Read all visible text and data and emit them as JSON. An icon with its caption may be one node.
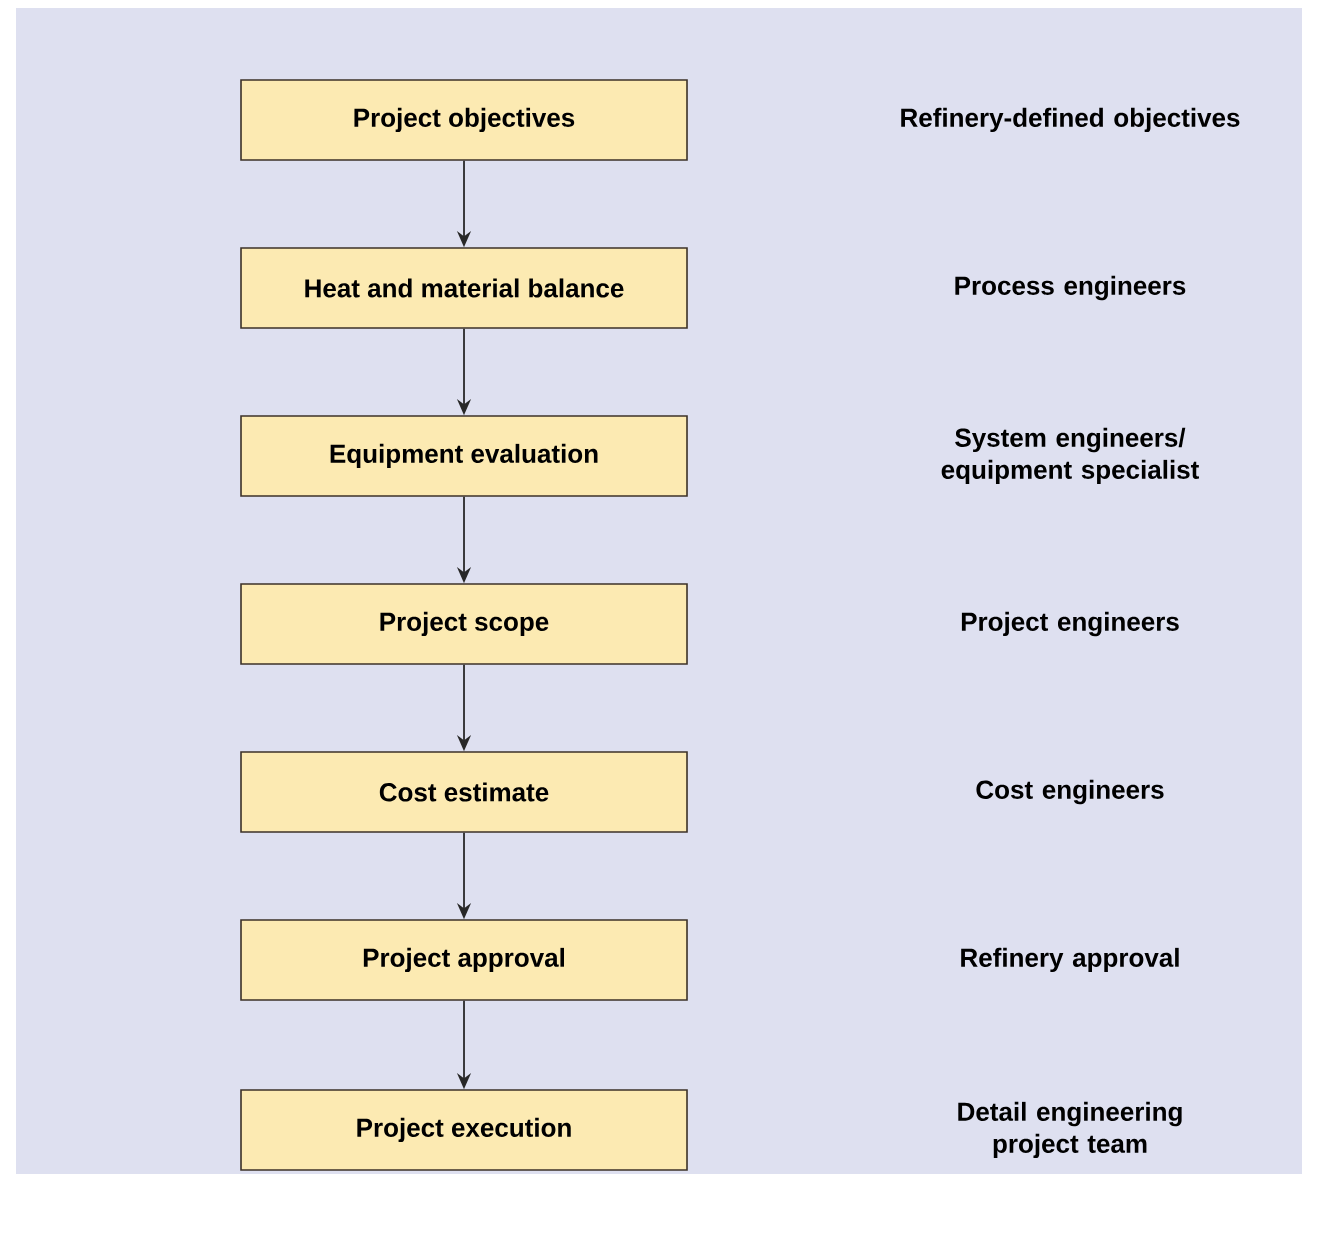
{
  "diagram": {
    "nodes": [
      {
        "text": [
          "Project objectives"
        ]
      },
      {
        "text": [
          "Heat and material balance"
        ]
      },
      {
        "text": [
          "Equipment evaluation"
        ]
      },
      {
        "text": [
          "Project scope"
        ]
      },
      {
        "text": [
          "Cost estimate"
        ]
      },
      {
        "text": [
          "Project approval"
        ]
      },
      {
        "text": [
          "Project execution"
        ]
      }
    ],
    "edges": [
      {
        "from": 0,
        "to": 1,
        "arrow": "to"
      },
      {
        "from": 1,
        "to": 2,
        "arrow": "to"
      },
      {
        "from": 2,
        "to": 3,
        "arrow": "to"
      },
      {
        "from": 3,
        "to": 4,
        "arrow": "to"
      },
      {
        "from": 4,
        "to": 5,
        "arrow": "to"
      },
      {
        "from": 5,
        "to": 6,
        "arrow": "to"
      }
    ],
    "labels": [
      "Refinery-defined objectives",
      "Process engineers",
      "System engineers/ equipment specialist",
      "Project engineers",
      "Cost engineers",
      "Refinery approval",
      "Detail engineering project team"
    ]
  }
}
